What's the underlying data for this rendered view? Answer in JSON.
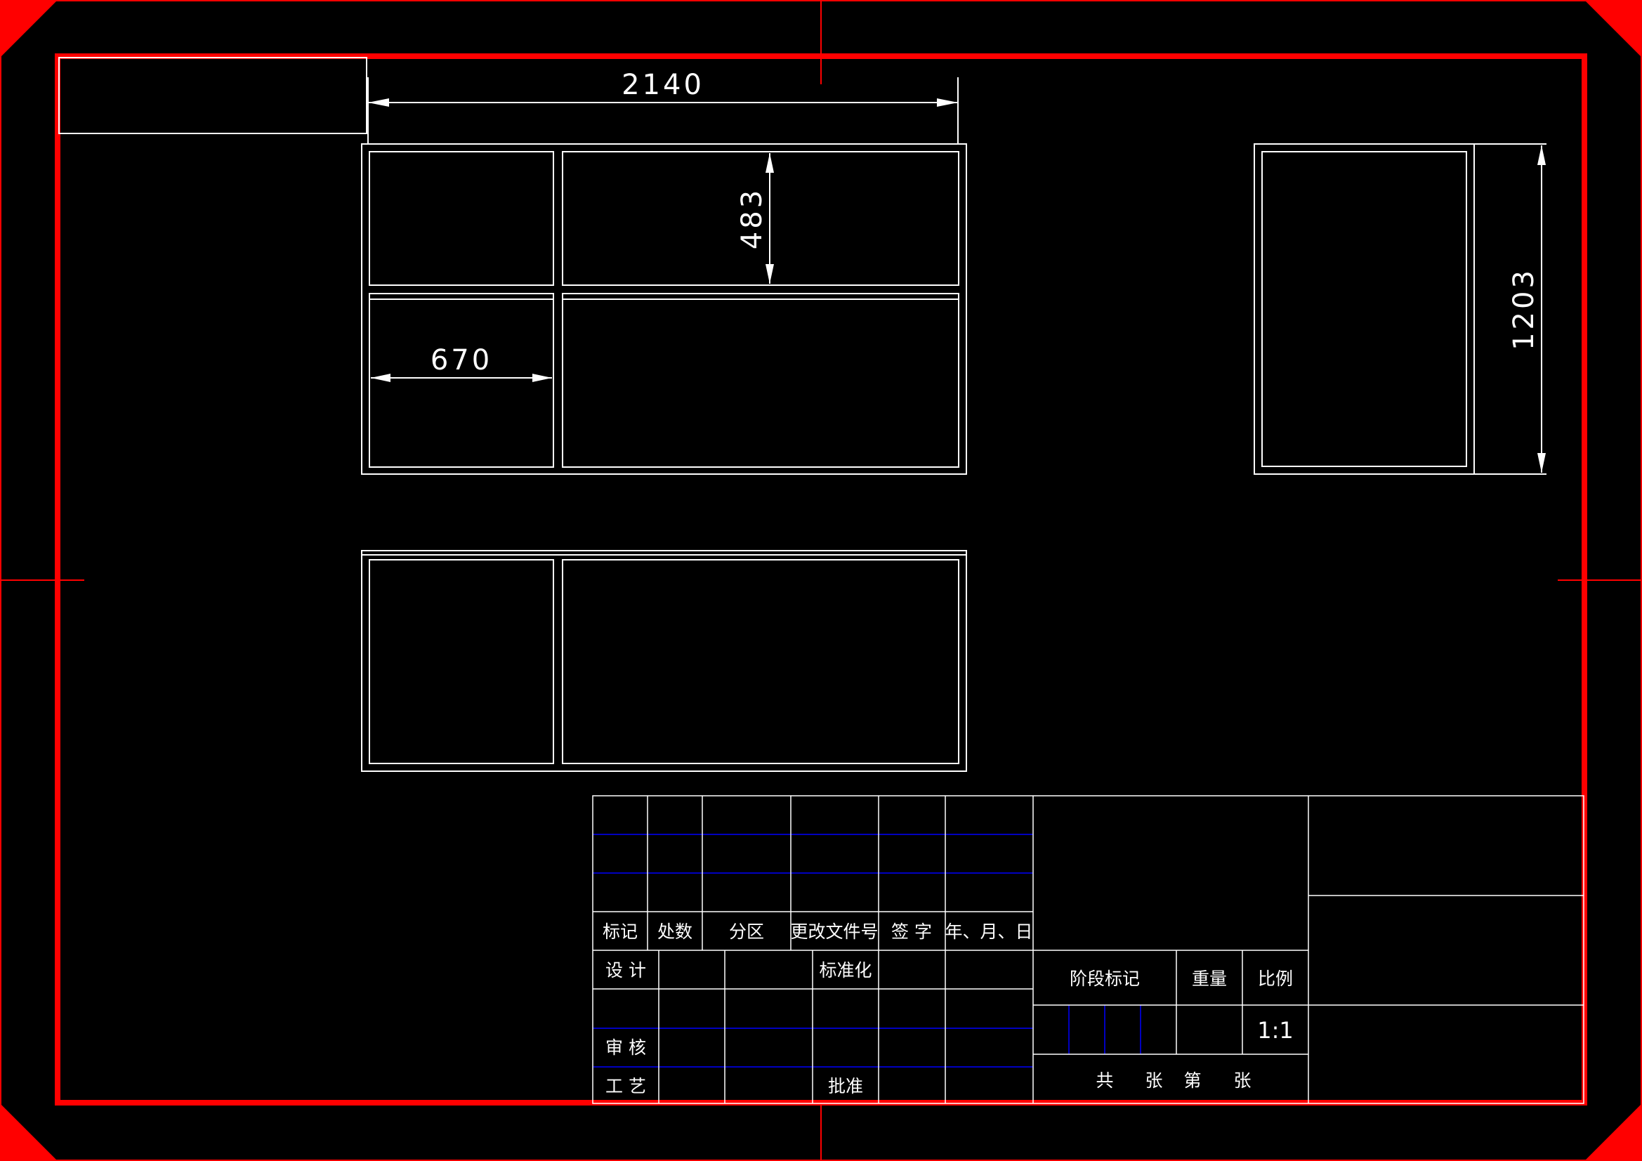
{
  "colors": {
    "background": "#000000",
    "frame": "#ff0000",
    "lines": "#ffffff",
    "grid_blue": "#0000ff"
  },
  "dimensions": {
    "width_top": "2140",
    "height_cell": "483",
    "width_cell": "670",
    "height_side": "1203"
  },
  "title_block": {
    "row_headers": [
      "标记",
      "处数",
      "分区",
      "更改文件号",
      "签 字",
      "年、月、日"
    ],
    "design": "设 计",
    "standardize": "标准化",
    "review": "审 核",
    "craft": "工 艺",
    "approve": "批准",
    "stage_mark": "阶段标记",
    "weight": "重量",
    "scale_label": "比例",
    "scale_value": "1:1",
    "sheets": {
      "total": "共",
      "sheet_unit_1": "张",
      "number": "第",
      "sheet_unit_2": "张"
    }
  }
}
